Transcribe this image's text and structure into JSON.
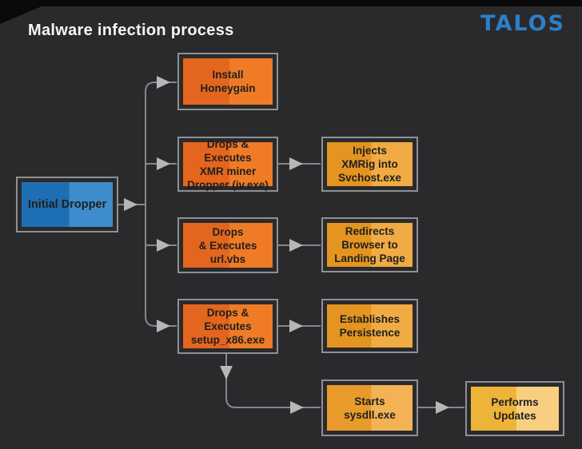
{
  "title": "Malware infection process",
  "logo_text": "TALOS",
  "colors": {
    "background": "#2a2a2c",
    "top_strip": "#0a0a0a",
    "box_border": "#8e9093",
    "connector_line": "#85878a",
    "arrow_fill": "#b5b7b9",
    "title_text": "#f5f5f5",
    "logo_blue": "#2a80c8",
    "node_text": "#1f1f1f"
  },
  "nodes": [
    {
      "id": "initial-dropper",
      "label": "Initial Dropper",
      "color_left": "#1e6eb3",
      "color_right": "#3e8ccb"
    },
    {
      "id": "install-honeygain",
      "label": "Install\nHoneygain",
      "color_left": "#e4661e",
      "color_right": "#ef7b26"
    },
    {
      "id": "xmr-miner-dropper",
      "label": "Drops & Executes\nXMR miner\nDropper (iv.exe)",
      "color_left": "#e4661e",
      "color_right": "#ef7b26"
    },
    {
      "id": "injects-xmrig",
      "label": "Injects\nXMRig into\nSvchost.exe",
      "color_left": "#e49420",
      "color_right": "#f1ab43"
    },
    {
      "id": "drops-url-vbs",
      "label": "Drops\n& Executes\nurl.vbs",
      "color_left": "#e4661e",
      "color_right": "#ef7b26"
    },
    {
      "id": "redirects-browser",
      "label": "Redirects\nBrowser to\nLanding Page",
      "color_left": "#e49420",
      "color_right": "#f1ab43"
    },
    {
      "id": "drops-setup-x86",
      "label": "Drops &\nExecutes\nsetup_x86.exe",
      "color_left": "#e4661e",
      "color_right": "#ef7b26"
    },
    {
      "id": "establishes-persistence",
      "label": "Establishes\nPersistence",
      "color_left": "#e49420",
      "color_right": "#f1ab43"
    },
    {
      "id": "starts-sysdll",
      "label": "Starts\nsysdll.exe",
      "color_left": "#e89b2b",
      "color_right": "#f3b254"
    },
    {
      "id": "performs-updates",
      "label": "Performs\nUpdates",
      "color_left": "#eeb339",
      "color_right": "#f8cf80"
    }
  ]
}
